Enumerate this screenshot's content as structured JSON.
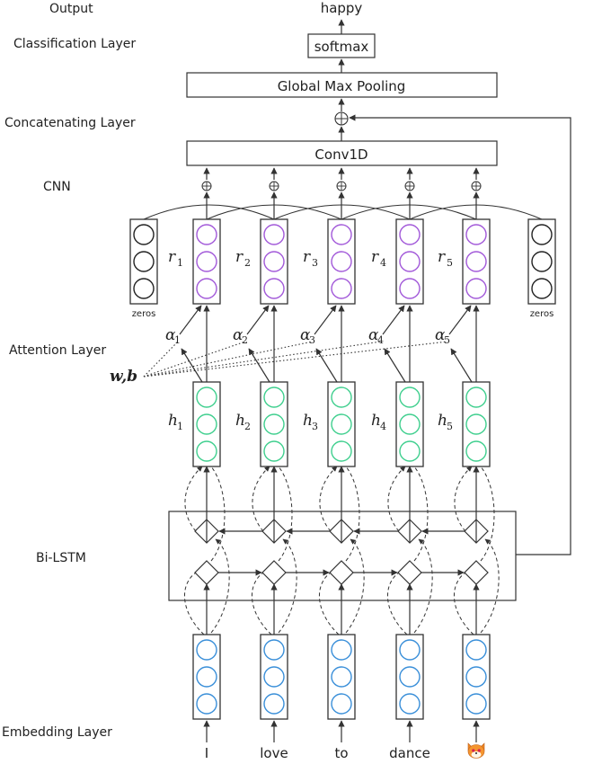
{
  "labels": {
    "output": "Output",
    "classification": "Classification Layer",
    "concatenating": "Concatenating Layer",
    "cnn": "CNN",
    "attention": "Attention Layer",
    "bilstm": "Bi-LSTM",
    "embedding": "Embedding Layer"
  },
  "output_word": "happy",
  "softmax": "softmax",
  "pooling": "Global Max Pooling",
  "conv": "Conv1D",
  "zeros": "zeros",
  "wb": "w,b",
  "symbols": {
    "r": "r",
    "h": "h",
    "alpha": "α"
  },
  "indices": [
    "1",
    "2",
    "3",
    "4",
    "5"
  ],
  "words": [
    "I",
    "love",
    "to",
    "dance"
  ],
  "emoji_icon": "fox-emoji-icon",
  "colors": {
    "embedding": "#3a8fd9",
    "hidden": "#3fcf8e",
    "representation": "#a259d9",
    "zeros": "#222222"
  }
}
